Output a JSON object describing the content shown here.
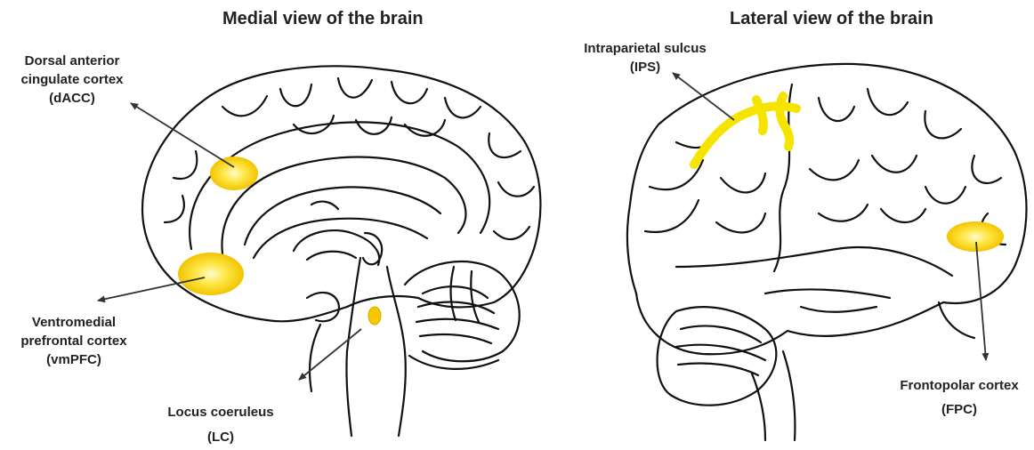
{
  "titles": {
    "medial": "Medial view of the brain",
    "lateral": "Lateral view of the brain"
  },
  "labels": {
    "dacc": [
      "Dorsal anterior",
      "cingulate cortex",
      "(dACC)"
    ],
    "vmpfc": [
      "Ventromedial",
      "prefrontal cortex",
      "(vmPFC)"
    ],
    "lc": [
      "Locus coeruleus",
      "(LC)"
    ],
    "ips": [
      "Intraparietal sulcus",
      "(IPS)"
    ],
    "fpc": [
      "Frontopolar cortex",
      "(FPC)"
    ]
  },
  "colors": {
    "highlight": "#f5d800",
    "highlight_core": "#fff27a",
    "outline": "#111111",
    "arrow": "#333333"
  }
}
